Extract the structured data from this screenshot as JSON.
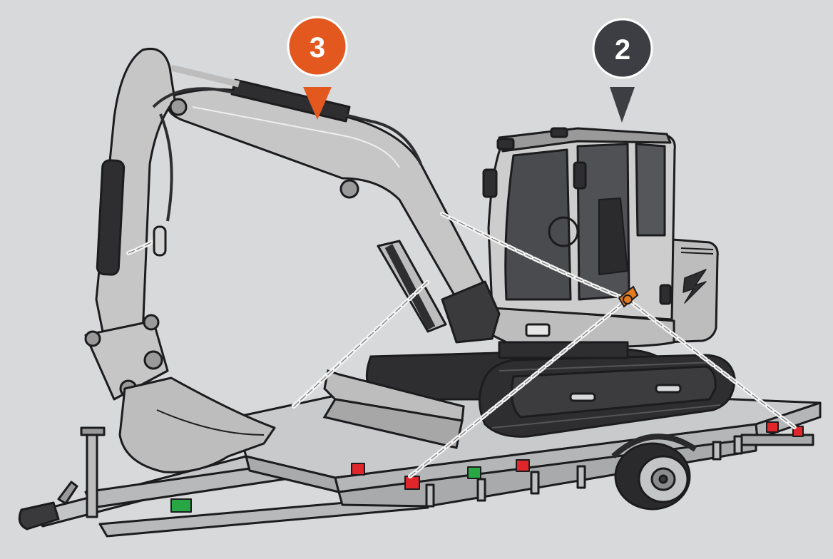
{
  "markers": [
    {
      "id": "boom-marker",
      "label": "3",
      "color": "#e2581f"
    },
    {
      "id": "cab-marker",
      "label": "2",
      "color": "#3d3e43"
    }
  ],
  "colors": {
    "background": "#d8d9db",
    "machine_light": "#bdbdbd",
    "machine_mid": "#9a9a9a",
    "machine_dark": "#2e2e30",
    "outline": "#1c1c1e",
    "trailer": "#c4c5c7",
    "chain": "#f2f2f2",
    "light_red": "#e0262b",
    "light_green": "#27a844",
    "hook_orange": "#e27a1f"
  },
  "icons": [
    "excavator",
    "flatbed-trailer",
    "tie-down-chain",
    "marker-pin"
  ]
}
